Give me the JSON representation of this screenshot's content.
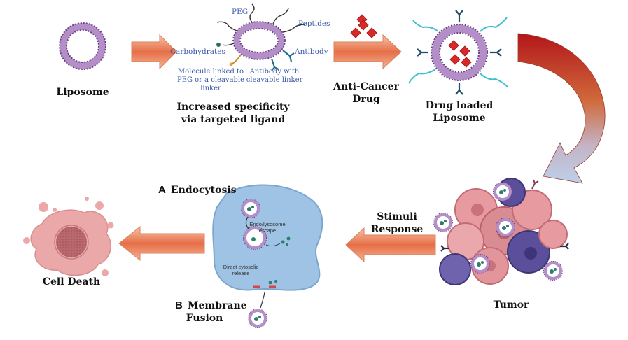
{
  "labels": {
    "liposome": "Liposome",
    "specificity_line1": "Increased specificity",
    "specificity_line2": "via targeted ligand",
    "anticancer_line1": "Anti-Cancer",
    "anticancer_line2": "Drug",
    "drugloaded_line1": "Drug loaded",
    "drugloaded_line2": "Liposome",
    "tumor": "Tumor",
    "stimuli_line1": "Stimuli",
    "stimuli_line2": "Response",
    "celldeath": "Cell Death",
    "endocytosis_letter": "A",
    "endocytosis": "Endocytosis",
    "fusion_letter": "B",
    "fusion_line1": "Membrane",
    "fusion_line2": "Fusion"
  },
  "ligands": {
    "peg": "PEG",
    "peptides": "Peptides",
    "carbohydrates": "Carbohydrates",
    "antibody": "Antibody",
    "molecule_line1": "Molecule linked to",
    "molecule_line2": "PEG or a cleavable",
    "molecule_line3": "linker",
    "antibody_linker_line1": "Antibody with",
    "antibody_linker_line2": "cleavable linker"
  },
  "cell_annotations": {
    "escape_line1": "Endo/lysosome",
    "escape_line2": "escape",
    "direct_line1": "Direct cytosolic",
    "direct_line2": "release"
  },
  "colors": {
    "membrane": "#b48fc7",
    "membrane_head": "#6a3f8a",
    "arrow": "#e2714a",
    "drug": "#d62a2a",
    "cell_fill": "#9fc3e4",
    "tumor_pink": "#e79aa0",
    "tumor_purple": "#5b4f9c",
    "dead_cell": "#e8a2a2",
    "ligand_text": "#3a59a8"
  }
}
